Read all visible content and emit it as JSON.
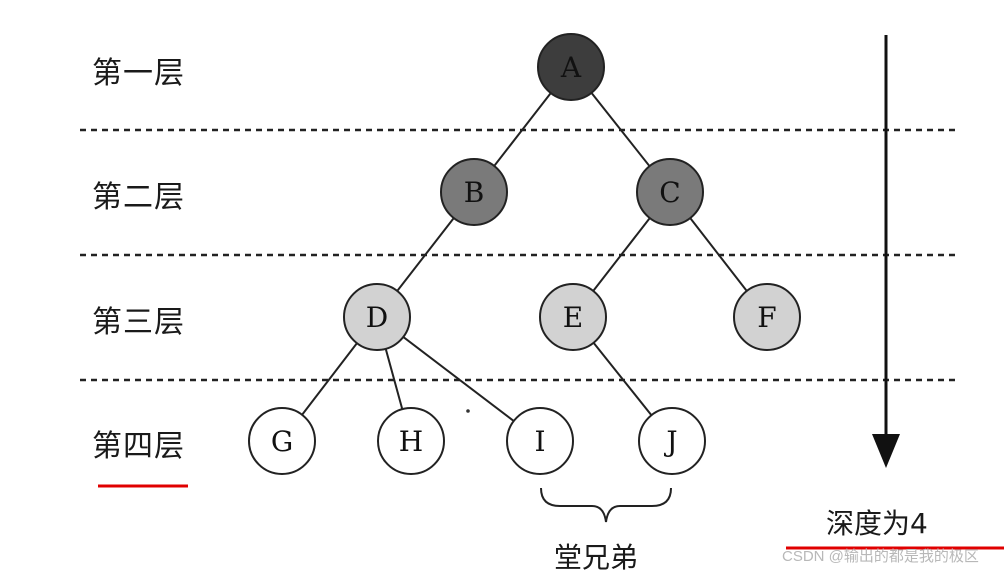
{
  "levels": [
    "第一层",
    "第二层",
    "第三层",
    "第四层"
  ],
  "nodes": {
    "a": "A",
    "b": "B",
    "c": "C",
    "d": "D",
    "e": "E",
    "f": "F",
    "g": "G",
    "h": "H",
    "i": "I",
    "j": "J"
  },
  "annotations": {
    "cousins": "堂兄弟",
    "depth": "深度为4"
  },
  "watermark": "CSDN @输出的都是我的极区",
  "colors": {
    "level1_fill": "#3d3d3d",
    "level2_fill": "#7a7a7a",
    "level3_fill": "#d2d2d2",
    "level4_fill": "#ffffff",
    "highlight_underline": "#e00000"
  }
}
